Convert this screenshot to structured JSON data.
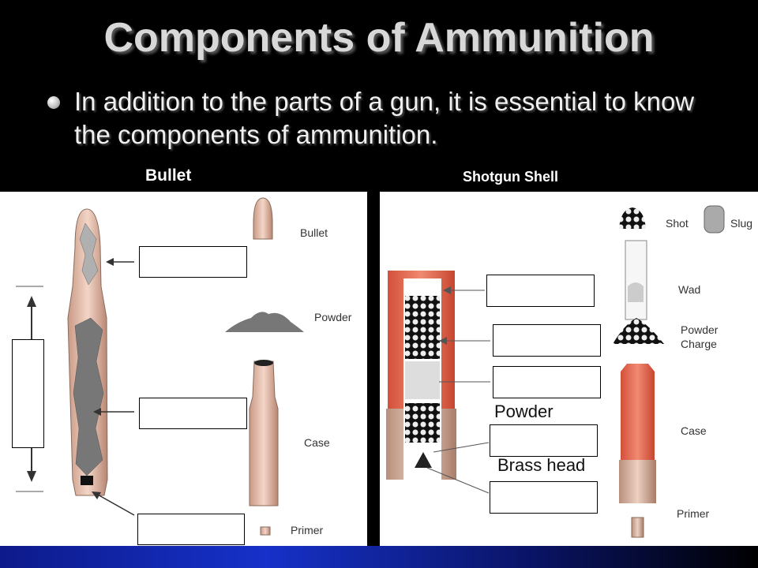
{
  "slide": {
    "title": "Components of Ammunition",
    "bullet_text": "In addition to the parts of a gun, it is essential to know the components of ammunition."
  },
  "bullet_panel": {
    "heading": "Bullet",
    "labels": {
      "bullet": "Bullet",
      "powder": "Powder",
      "case": "Case",
      "primer": "Primer"
    }
  },
  "shotgun_panel": {
    "heading": "Shotgun Shell",
    "labels": {
      "shot": "Shot",
      "slug": "Slug",
      "wad": "Wad",
      "powder_charge_line1": "Powder",
      "powder_charge_line2": "Charge",
      "case": "Case",
      "primer": "Primer",
      "overlay_powder": "Powder",
      "overlay_brass_head": "Brass head"
    }
  },
  "colors": {
    "casing": "#e9c2b0",
    "shell_red": "#e8705a",
    "accent_bar": "#1631c9"
  }
}
